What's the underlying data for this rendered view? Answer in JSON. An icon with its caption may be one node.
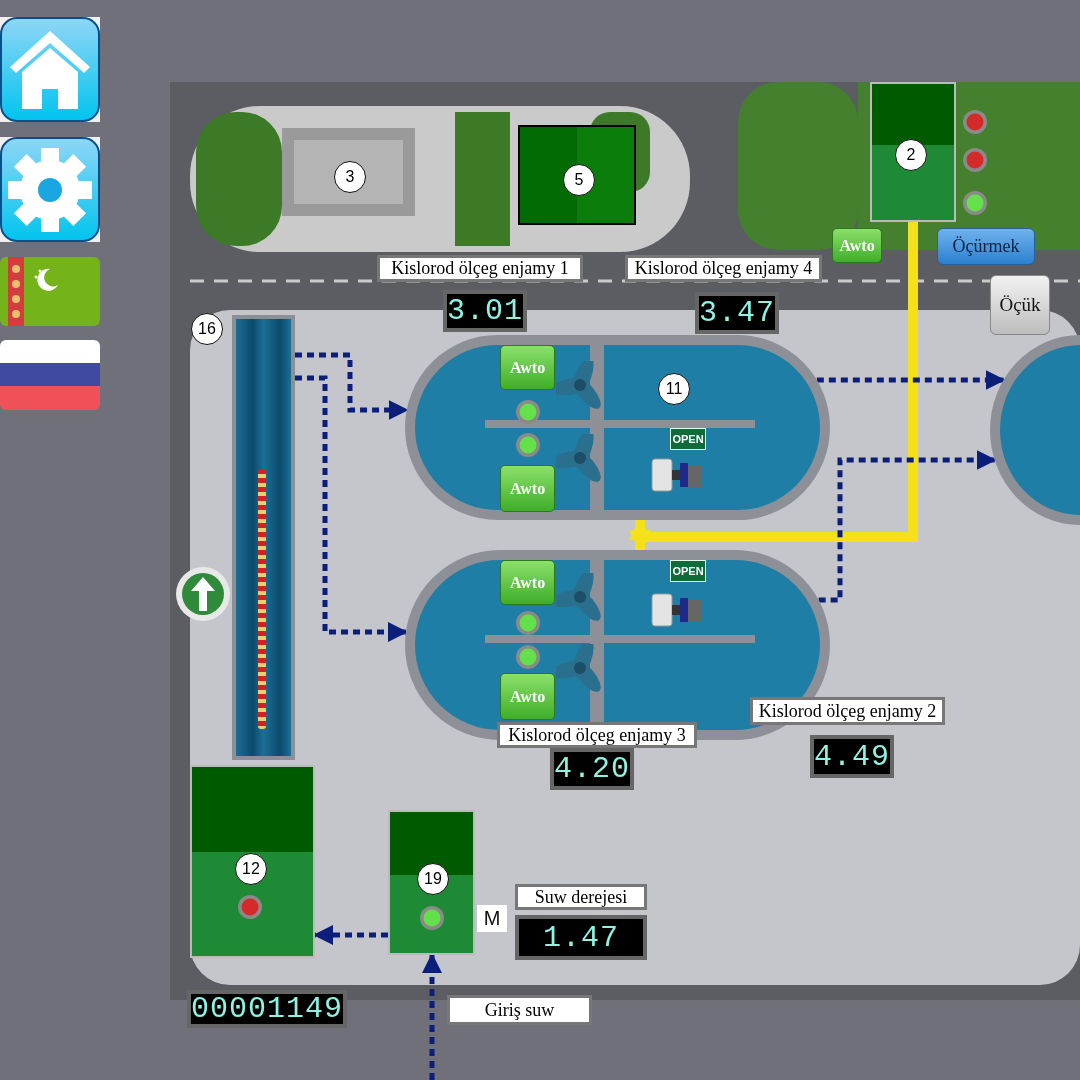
{
  "diagram": {
    "nodes": [
      {
        "text": [
          "3"
        ]
      },
      {
        "text": [
          "5"
        ]
      },
      {
        "text": [
          "2"
        ]
      },
      {
        "text": [
          "16"
        ]
      },
      {
        "text": [],
        "shape": "box",
        "in": 3
      },
      {
        "text": [
          "11"
        ],
        "in": 3
      },
      {
        "text": [],
        "shape": "box",
        "in": 3
      },
      {
        "text": [],
        "shape": "circle",
        "in": 3
      },
      {
        "text": [
          "12"
        ],
        "in": 3
      },
      {
        "text": [
          "19"
        ],
        "in": 3
      }
    ],
    "edges": [
      {
        "from": 2,
        "to": 5,
        "arrow": "to",
        "style": "thick",
        "color": "#f5e11a"
      },
      {
        "from": 2,
        "to": 6,
        "arrow": "to",
        "style": "thick",
        "color": "#f5e11a"
      },
      {
        "from": 4,
        "to": 5,
        "arrow": "to",
        "style": "dashed",
        "color": "#0b1f7a"
      },
      {
        "from": 4,
        "to": 6,
        "arrow": "to",
        "style": "dashed",
        "color": "#0b1f7a"
      },
      {
        "from": 5,
        "to": 7,
        "arrow": "to",
        "style": "dashed",
        "color": "#0b1f7a"
      },
      {
        "from": 6,
        "to": 7,
        "arrow": "to",
        "style": "dashed",
        "color": "#0b1f7a"
      },
      {
        "from": 9,
        "to": 8,
        "arrow": "to",
        "style": "dashed",
        "color": "#0b1f7a"
      },
      {
        "from": null,
        "to": 9,
        "arrow": "to",
        "style": "dashed",
        "color": "#0b1f7a"
      }
    ],
    "labels": [
      "Awto",
      "Öçürmek",
      "Kislorod ölçeg enjamy 1",
      "Kislorod ölçeg enjamy 4",
      "3.01",
      "3.47",
      "Öçük",
      "Awto",
      "OPEN",
      "Awto",
      "Awto",
      "OPEN",
      "Awto",
      "Kislorod ölçeg enjamy 2",
      "Kislorod ölçeg enjamy 3",
      "4.20",
      "4.49",
      "Suw derejesi",
      "M",
      "1.47",
      "00001149",
      "Giriş suw"
    ]
  }
}
